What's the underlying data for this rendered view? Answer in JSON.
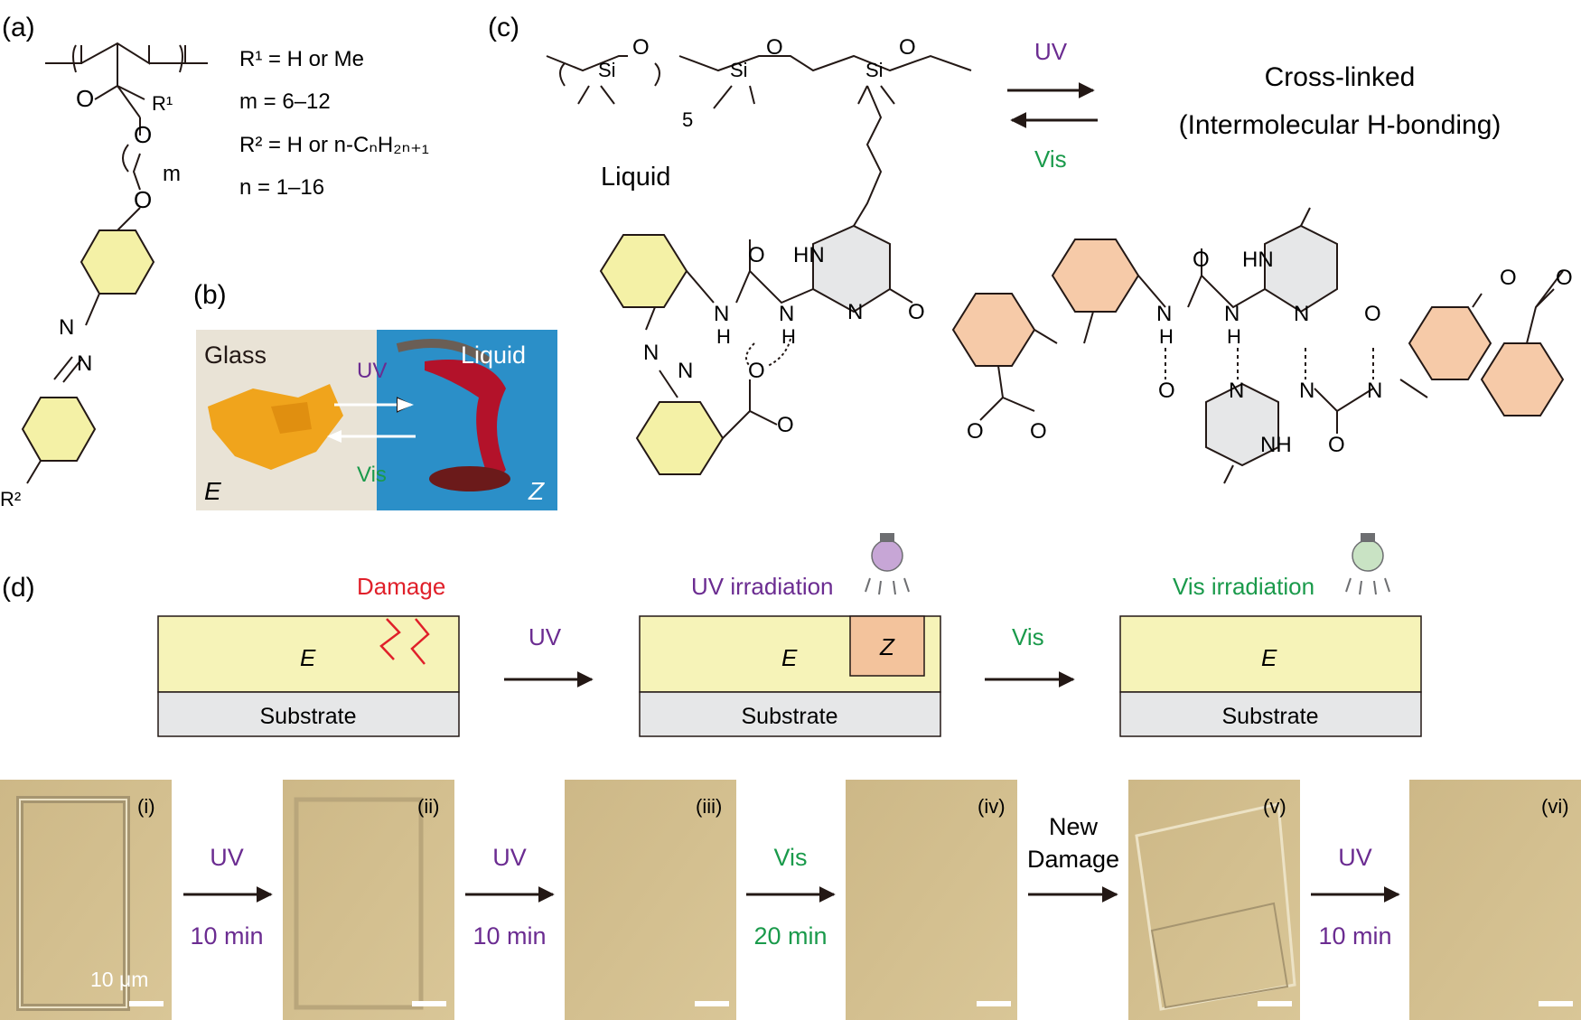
{
  "panels": {
    "a": "(a)",
    "b": "(b)",
    "c": "(c)",
    "d": "(d)"
  },
  "panel_a": {
    "r1_def": "R¹ = H or Me",
    "m_def": "m = 6–12",
    "r2_def": "R² = H or n-CₙH₂ₙ₊₁",
    "n_def": "n = 1–16",
    "r1_label": "R¹",
    "r2_label": "R²",
    "m_label": "m",
    "o_label": "O"
  },
  "panel_b": {
    "glass": "Glass",
    "liquid": "Liquid",
    "uv": "UV",
    "vis": "Vis",
    "e": "E",
    "z": "Z"
  },
  "panel_c": {
    "uv": "UV",
    "vis": "Vis",
    "liquid": "Liquid",
    "crosslinked_line1": "Cross-linked",
    "crosslinked_line2": "(Intermolecular H-bonding)",
    "si": "Si",
    "o": "O",
    "five": "5",
    "hn": "HN",
    "nh": "NH",
    "n": "N",
    "h": "H"
  },
  "panel_d": {
    "steps": [
      {
        "caption": "Damage",
        "layer": "E",
        "substrate": "Substrate"
      },
      {
        "caption": "UV irradiation",
        "layer": "E",
        "z": "Z",
        "substrate": "Substrate"
      },
      {
        "caption": "Vis irradiation",
        "layer": "E",
        "substrate": "Substrate"
      }
    ],
    "arrows": [
      "UV",
      "Vis"
    ],
    "micrographs": [
      "(i)",
      "(ii)",
      "(iii)",
      "(iv)",
      "(v)",
      "(vi)"
    ],
    "scale_bar": "10 μm",
    "transitions": [
      {
        "top": "UV",
        "bottom": "10 min"
      },
      {
        "top": "UV",
        "bottom": "10 min"
      },
      {
        "top": "Vis",
        "bottom": "20 min"
      },
      {
        "top_line1": "New",
        "top_line2": "Damage"
      },
      {
        "top": "UV",
        "bottom": "10 min"
      }
    ]
  },
  "colors": {
    "text": "#231815",
    "uv_purple": "#6b2c91",
    "vis_green": "#1a9a4b",
    "damage_red": "#e0202a",
    "layer_yellow": "#f6f3b8",
    "z_orange": "#f3c39c",
    "substrate_gray": "#e6e7e8",
    "ring_yellow": "#f4f1a6",
    "ring_orange": "#f6caa8",
    "micro_bg": "#d2be8e"
  }
}
